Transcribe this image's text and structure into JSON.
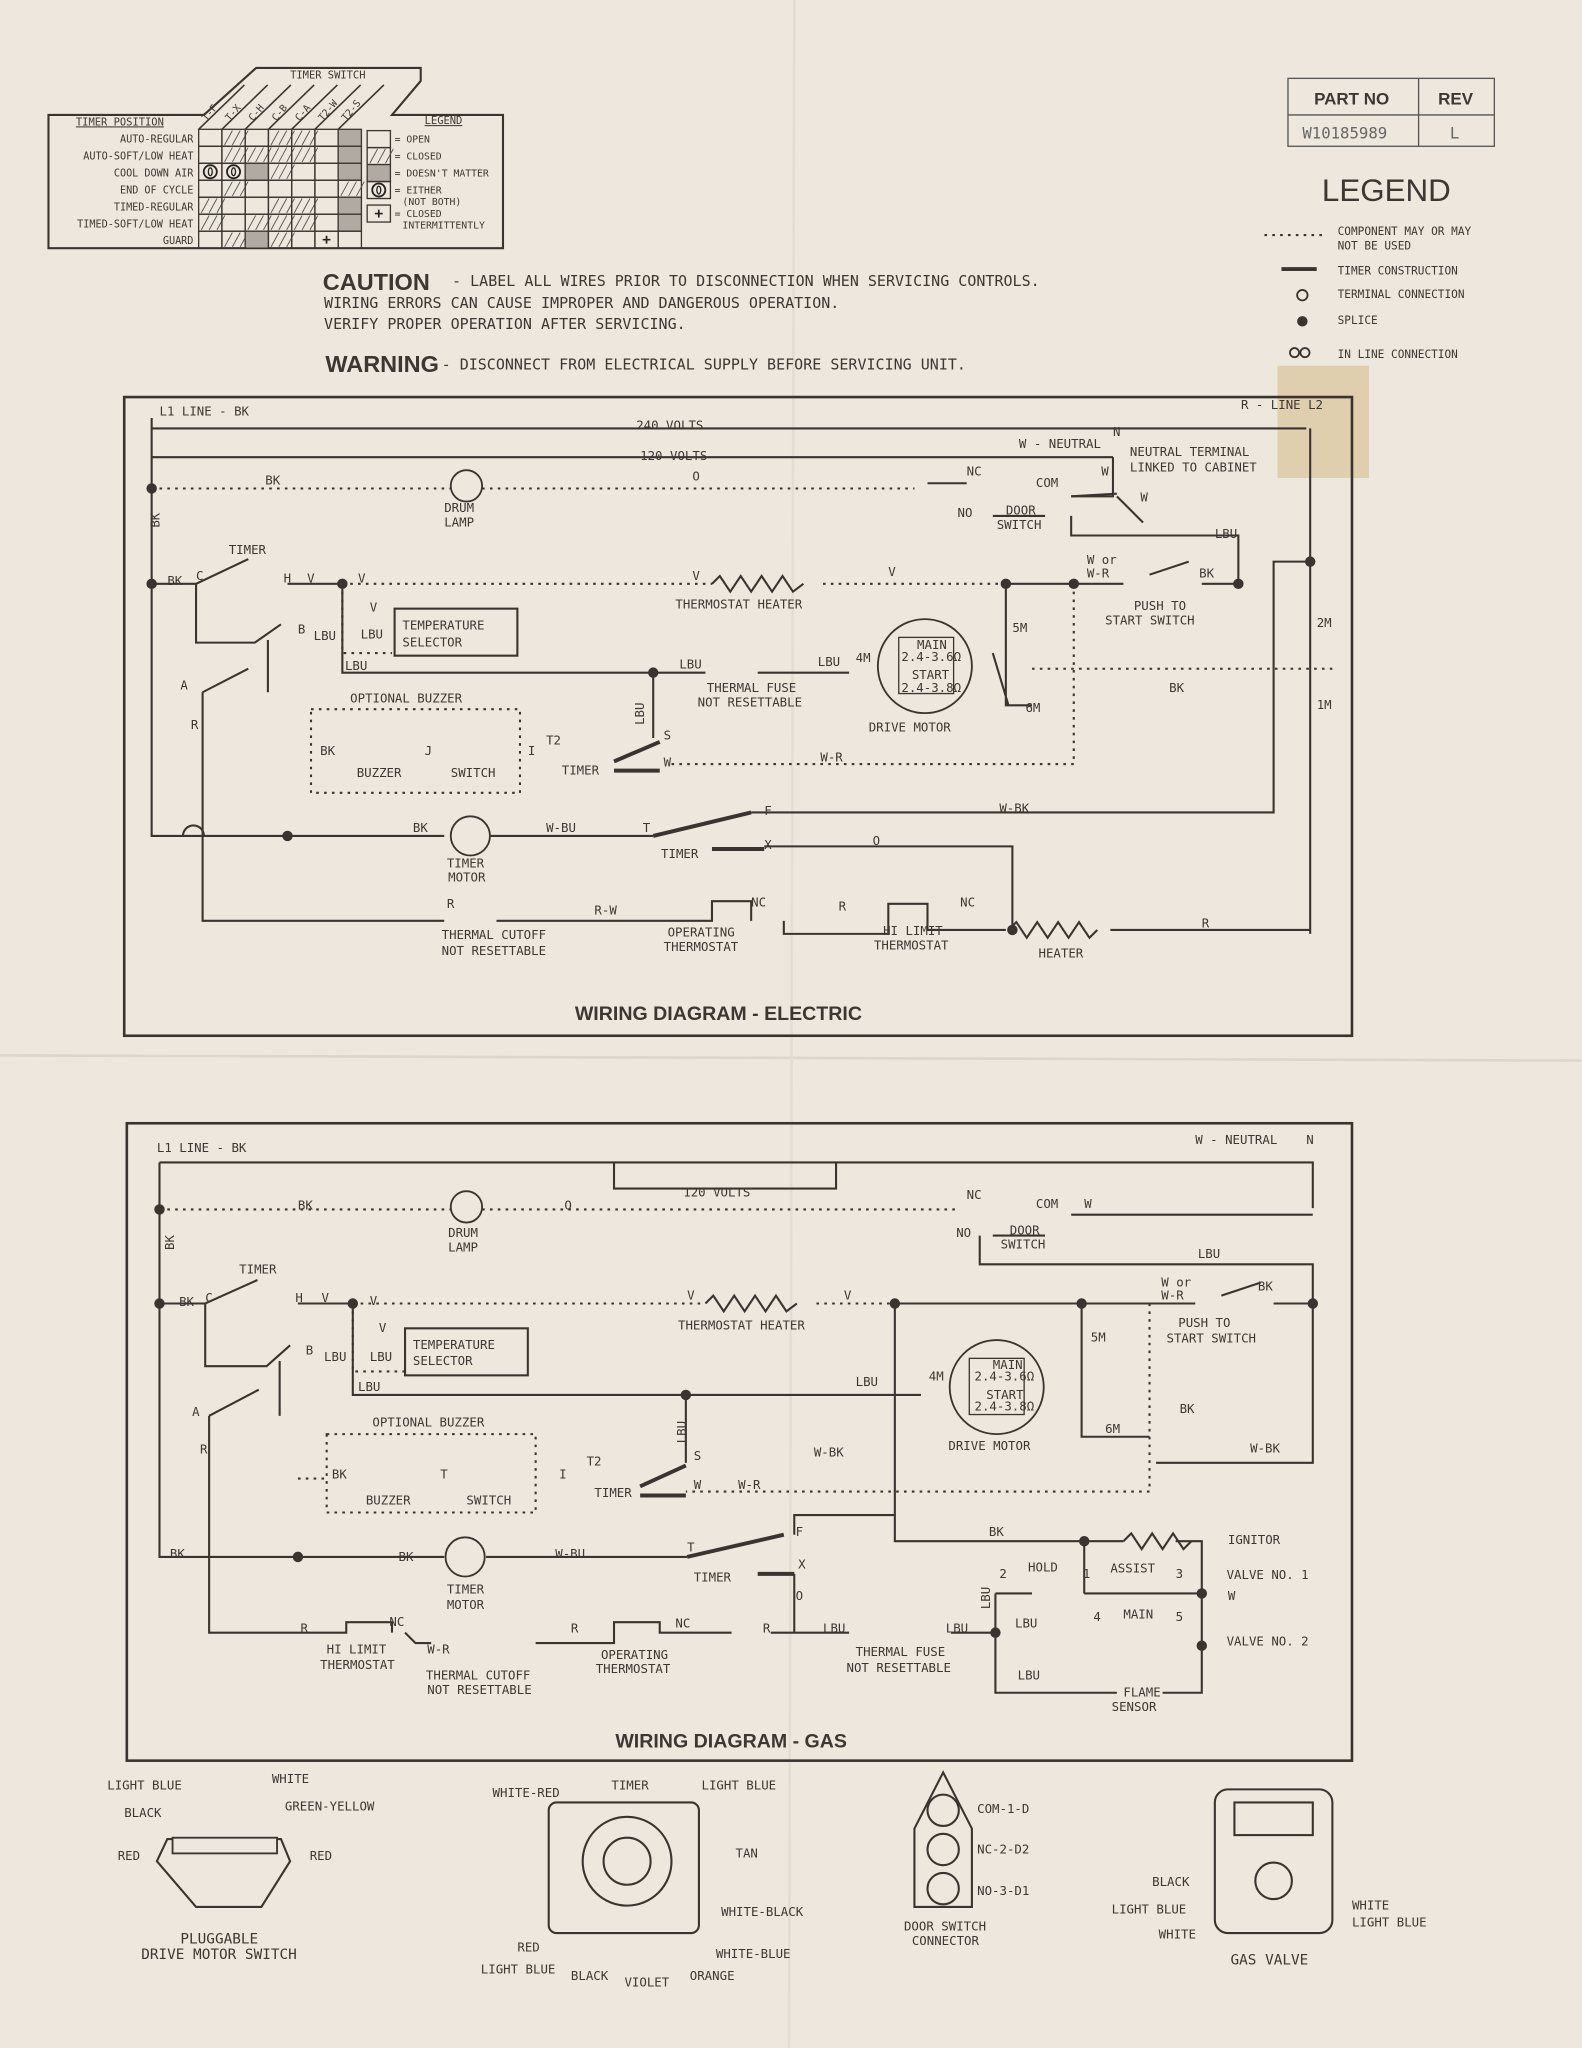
{
  "timer_chart": {
    "title": "TIMER SWITCH",
    "position_header": "TIMER POSITION",
    "legend_header": "LEGEND",
    "columns": [
      "T-F",
      "T-X",
      "C-H",
      "C-B",
      "C-A",
      "T2-W",
      "T2-S"
    ],
    "rows": [
      {
        "label": "AUTO-REGULAR",
        "cells": [
          "O",
          "C",
          "O",
          "C",
          "C",
          "O",
          "D"
        ]
      },
      {
        "label": "AUTO-SOFT/LOW HEAT",
        "cells": [
          "O",
          "C",
          "C",
          "C",
          "C",
          "O",
          "D"
        ]
      },
      {
        "label": "COOL DOWN  AIR",
        "cells": [
          "E",
          "E",
          "D",
          "C",
          "O",
          "O",
          "D"
        ]
      },
      {
        "label": "END OF CYCLE",
        "cells": [
          "O",
          "C",
          "O",
          "O",
          "O",
          "O",
          "C"
        ]
      },
      {
        "label": "TIMED-REGULAR",
        "cells": [
          "C",
          "O",
          "O",
          "C",
          "C",
          "O",
          "D"
        ]
      },
      {
        "label": "TIMED-SOFT/LOW HEAT",
        "cells": [
          "C",
          "O",
          "C",
          "C",
          "C",
          "O",
          "D"
        ]
      },
      {
        "label": "GUARD",
        "cells": [
          "O",
          "C",
          "D",
          "C",
          "O",
          "I",
          "O"
        ]
      }
    ],
    "legend": [
      {
        "code": "O",
        "text": "= OPEN"
      },
      {
        "code": "C",
        "text": "= CLOSED"
      },
      {
        "code": "D",
        "text": "= DOESN'T MATTER"
      },
      {
        "code": "E",
        "text": "= EITHER",
        "text2": "(NOT BOTH)"
      },
      {
        "code": "I",
        "text": "= CLOSED",
        "text2": "INTERMITTENTLY"
      }
    ]
  },
  "part": {
    "part_no_header": "PART NO",
    "rev_header": "REV",
    "part_no": "W10185989",
    "rev": "L"
  },
  "legend": {
    "title": "LEGEND",
    "items": [
      {
        "symbol": "dotted-line",
        "text": "COMPONENT MAY OR MAY",
        "text2": "NOT BE USED"
      },
      {
        "symbol": "thick-line",
        "text": "TIMER CONSTRUCTION"
      },
      {
        "symbol": "open-circle",
        "text": "TERMINAL CONNECTION"
      },
      {
        "symbol": "filled-dot",
        "text": "SPLICE"
      },
      {
        "symbol": "double-circle",
        "text": "IN LINE CONNECTION"
      }
    ]
  },
  "notices": {
    "caution_title": "CAUTION",
    "caution_1": "- LABEL ALL WIRES PRIOR TO DISCONNECTION WHEN SERVICING CONTROLS.",
    "caution_2": "WIRING ERRORS CAN CAUSE IMPROPER AND DANGEROUS OPERATION.",
    "caution_3": "VERIFY PROPER OPERATION AFTER SERVICING.",
    "warning_title": "WARNING",
    "warning_1": "- DISCONNECT FROM ELECTRICAL SUPPLY BEFORE SERVICING UNIT."
  },
  "electric": {
    "title": "WIRING DIAGRAM - ELECTRIC",
    "labels": [
      "L1 LINE - BK",
      "240 VOLTS",
      "120 VOLTS",
      "W - NEUTRAL",
      "R - LINE L2",
      "N",
      "NEUTRAL TERMINAL",
      "LINKED TO CABINET",
      "BK",
      "DRUM",
      "LAMP",
      "O",
      "NC",
      "COM",
      "NO",
      "DOOR",
      "SWITCH",
      "W",
      "W",
      "LBU",
      "BK",
      "TIMER",
      "BK",
      "C",
      "H",
      "V",
      "V",
      "V",
      "THERMOSTAT HEATER",
      "V",
      "W or",
      "W-R",
      "BK",
      "PUSH TO",
      "START SWITCH",
      "V",
      "TEMPERATURE",
      "SELECTOR",
      "B",
      "LBU",
      "LBU",
      "LBU",
      "A",
      "R",
      "LBU",
      "THERMAL FUSE",
      "NOT RESETTABLE",
      "LBU",
      "4M",
      "MAIN",
      "2.4-3.6Ω",
      "START",
      "2.4-3.8Ω",
      "DRIVE MOTOR",
      "5M",
      "6M",
      "BK",
      "2M",
      "1M",
      "OPTIONAL BUZZER",
      "BK",
      "J",
      "I",
      "BUZZER",
      "SWITCH",
      "T2",
      "TIMER",
      "LBU",
      "S",
      "W",
      "W-R",
      "BK",
      "W-BU",
      "T",
      "F",
      "W-BK",
      "TIMER",
      "MOTOR",
      "TIMER",
      "X",
      "O",
      "R",
      "R-W",
      "NC",
      "R",
      "NC",
      "THERMAL CUTOFF",
      "NOT RESETTABLE",
      "OPERATING",
      "THERMOSTAT",
      "HI LIMIT",
      "THERMOSTAT",
      "HEATER",
      "R"
    ]
  },
  "gas": {
    "title": "WIRING DIAGRAM - GAS",
    "labels": [
      "L1 LINE - BK",
      "W - NEUTRAL",
      "N",
      "120 VOLTS",
      "BK",
      "O",
      "DRUM",
      "LAMP",
      "NC",
      "COM",
      "W",
      "NO",
      "DOOR",
      "SWITCH",
      "LBU",
      "BK",
      "TIMER",
      "BK",
      "C",
      "H",
      "V",
      "V",
      "V",
      "THERMOSTAT HEATER",
      "V",
      "W or",
      "W-R",
      "BK",
      "PUSH TO",
      "START SWITCH",
      "V",
      "TEMPERATURE",
      "SELECTOR",
      "B",
      "LBU",
      "LBU",
      "LBU",
      "A",
      "R",
      "LBU",
      "4M",
      "MAIN",
      "2.4-3.6Ω",
      "START",
      "2.4-3.8Ω",
      "DRIVE MOTOR",
      "5M",
      "6M",
      "BK",
      "W-BK",
      "OPTIONAL BUZZER",
      "BK",
      "T",
      "I",
      "BUZZER",
      "SWITCH",
      "T2",
      "TIMER",
      "LBU",
      "S",
      "W",
      "W-R",
      "W-BK",
      "BK",
      "BK",
      "W-BU",
      "T",
      "F",
      "BK",
      "IGNITOR",
      "TIMER",
      "X",
      "O",
      "TIMER",
      "MOTOR",
      "2",
      "HOLD",
      "1",
      "ASSIST",
      "3",
      "VALVE NO. 1",
      "LBU",
      "LBU",
      "4",
      "MAIN",
      "5",
      "W",
      "VALVE NO. 2",
      "LBU",
      "FLAME",
      "SENSOR",
      "R",
      "NC",
      "HI LIMIT",
      "THERMOSTAT",
      "W-R",
      "THERMAL CUTOFF",
      "NOT RESETTABLE",
      "R",
      "NC",
      "OPERATING",
      "THERMOSTAT",
      "R",
      "LBU",
      "LBU",
      "THERMAL FUSE",
      "NOT RESETTABLE"
    ]
  },
  "components": {
    "labels": [
      "LIGHT BLUE",
      "BLACK",
      "WHITE",
      "GREEN-YELLOW",
      "RED",
      "RED",
      "PLUGGABLE",
      "DRIVE MOTOR SWITCH",
      "WHITE-RED",
      "TIMER",
      "LIGHT BLUE",
      "TAN",
      "WHITE-BLACK",
      "WHITE-BLUE",
      "RED",
      "LIGHT BLUE",
      "BLACK",
      "VIOLET",
      "ORANGE",
      "COM-1-D",
      "NC-2-D2",
      "NO-3-D1",
      "DOOR SWITCH",
      "CONNECTOR",
      "BLACK",
      "LIGHT BLUE",
      "WHITE",
      "WHITE",
      "LIGHT BLUE",
      "GAS VALVE"
    ]
  },
  "colors": {
    "paper": "#ede7dd",
    "ink": "#3a3430",
    "tape": "#d9c49a"
  }
}
